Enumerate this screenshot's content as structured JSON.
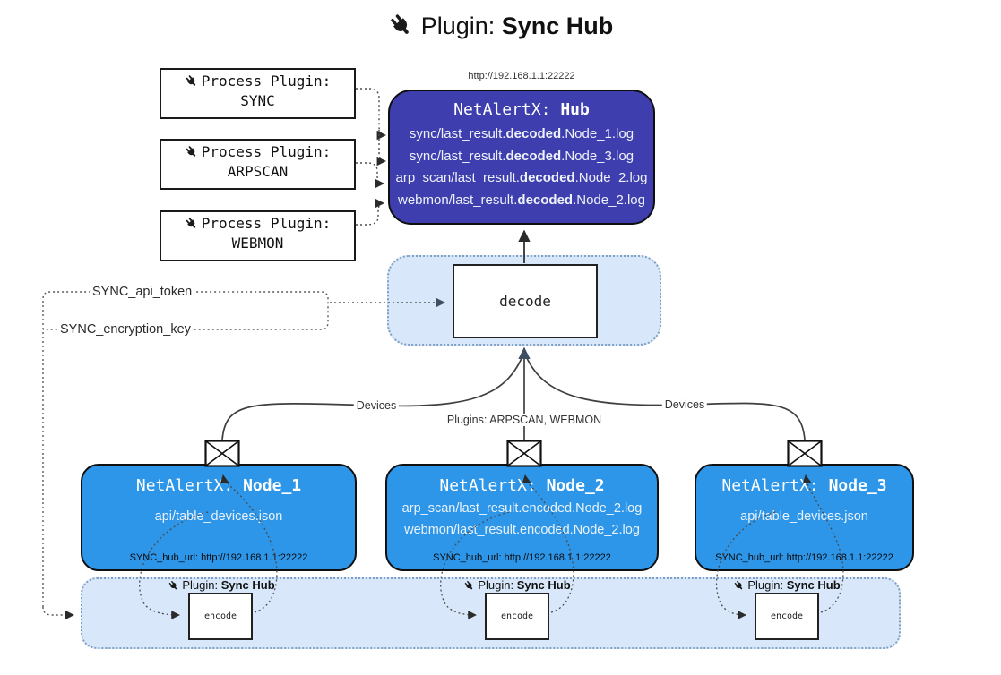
{
  "title": {
    "prefix": "Plugin: ",
    "bold": "Sync Hub"
  },
  "hub": {
    "url": "http://192.168.1.1:22222",
    "name_prefix": "NetAlertX: ",
    "name_bold": "Hub",
    "logs": [
      {
        "pre": "sync/last_result.",
        "bold": "decoded",
        "post": ".Node_1.log"
      },
      {
        "pre": "sync/last_result.",
        "bold": "decoded",
        "post": ".Node_3.log"
      },
      {
        "pre": "arp_scan/last_result.",
        "bold": "decoded",
        "post": ".Node_2.log"
      },
      {
        "pre": "webmon/last_result.",
        "bold": "decoded",
        "post": ".Node_2.log"
      }
    ]
  },
  "process_plugins": [
    {
      "line1": "Process Plugin:",
      "name": "SYNC"
    },
    {
      "line1": "Process Plugin:",
      "name": "ARPSCAN"
    },
    {
      "line1": "Process Plugin:",
      "name": "WEBMON"
    }
  ],
  "decode_label": "decode",
  "tokens": {
    "api_token": "SYNC_api_token",
    "encryption_key": "SYNC_encryption_key"
  },
  "edge_labels": {
    "devices_left": "Devices",
    "devices_right": "Devices",
    "plugins_center": "Plugins: ARPSCAN, WEBMON"
  },
  "nodes": [
    {
      "name_prefix": "NetAlertX: ",
      "name_bold": "Node_1",
      "files": [
        "api/table_devices.json"
      ],
      "footer": "SYNC_hub_url: http://192.168.1.1:22222"
    },
    {
      "name_prefix": "NetAlertX: ",
      "name_bold": "Node_2",
      "files": [
        "arp_scan/last_result.encoded.Node_2.log",
        "webmon/last_result.encoded.Node_2.log"
      ],
      "footer": "SYNC_hub_url: http://192.168.1.1:22222"
    },
    {
      "name_prefix": "NetAlertX: ",
      "name_bold": "Node_3",
      "files": [
        "api/table_devices.json"
      ],
      "footer": "SYNC_hub_url: http://192.168.1.1:22222"
    }
  ],
  "encode_sections": [
    {
      "label_prefix": "Plugin: ",
      "label_bold": "Sync Hub",
      "box_label": "encode"
    },
    {
      "label_prefix": "Plugin: ",
      "label_bold": "Sync Hub",
      "box_label": "encode"
    },
    {
      "label_prefix": "Plugin: ",
      "label_bold": "Sync Hub",
      "box_label": "encode"
    }
  ],
  "colors": {
    "hub": "#3e3eae",
    "node": "#2d96e9",
    "panel": "#d8e8fa",
    "panel-border": "#7f9fc4"
  }
}
